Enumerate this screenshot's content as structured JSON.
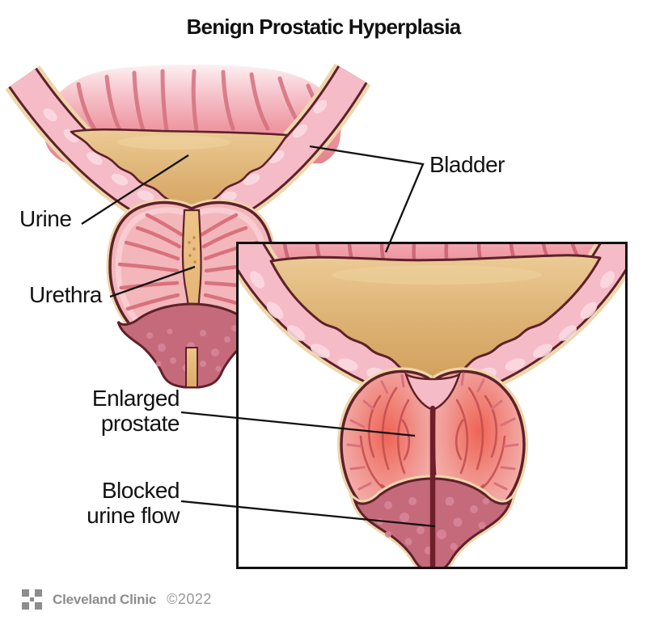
{
  "title": "Benign Prostatic Hyperplasia",
  "labels": {
    "urine": "Urine",
    "urethra": "Urethra",
    "bladder": "Bladder",
    "enlarged_prostate": {
      "line1": "Enlarged",
      "line2": "prostate"
    },
    "blocked_urine_flow": {
      "line1": "Blocked",
      "line2": "urine flow"
    }
  },
  "footer": {
    "brand": "Cleveland Clinic",
    "copyright": "©2022"
  },
  "palette": {
    "outline_maroon": "#5e2129",
    "bladder_wall_pink": "#f5bbc7",
    "wall_mottle_pink": "#fbdbe2",
    "muscle_pink": "#ec97a2",
    "urine_tan": "#d9a662",
    "prostate_pink": "#f3b6ba",
    "prostate_line_pink": "#d9717c",
    "enlarged_prostate_red": "#ee6a5a",
    "tissue_mauve": "#c56a7b",
    "cream_edge": "#eed6ac",
    "leader_line_black": "#111111",
    "footer_gray": "#8d8d8d"
  }
}
